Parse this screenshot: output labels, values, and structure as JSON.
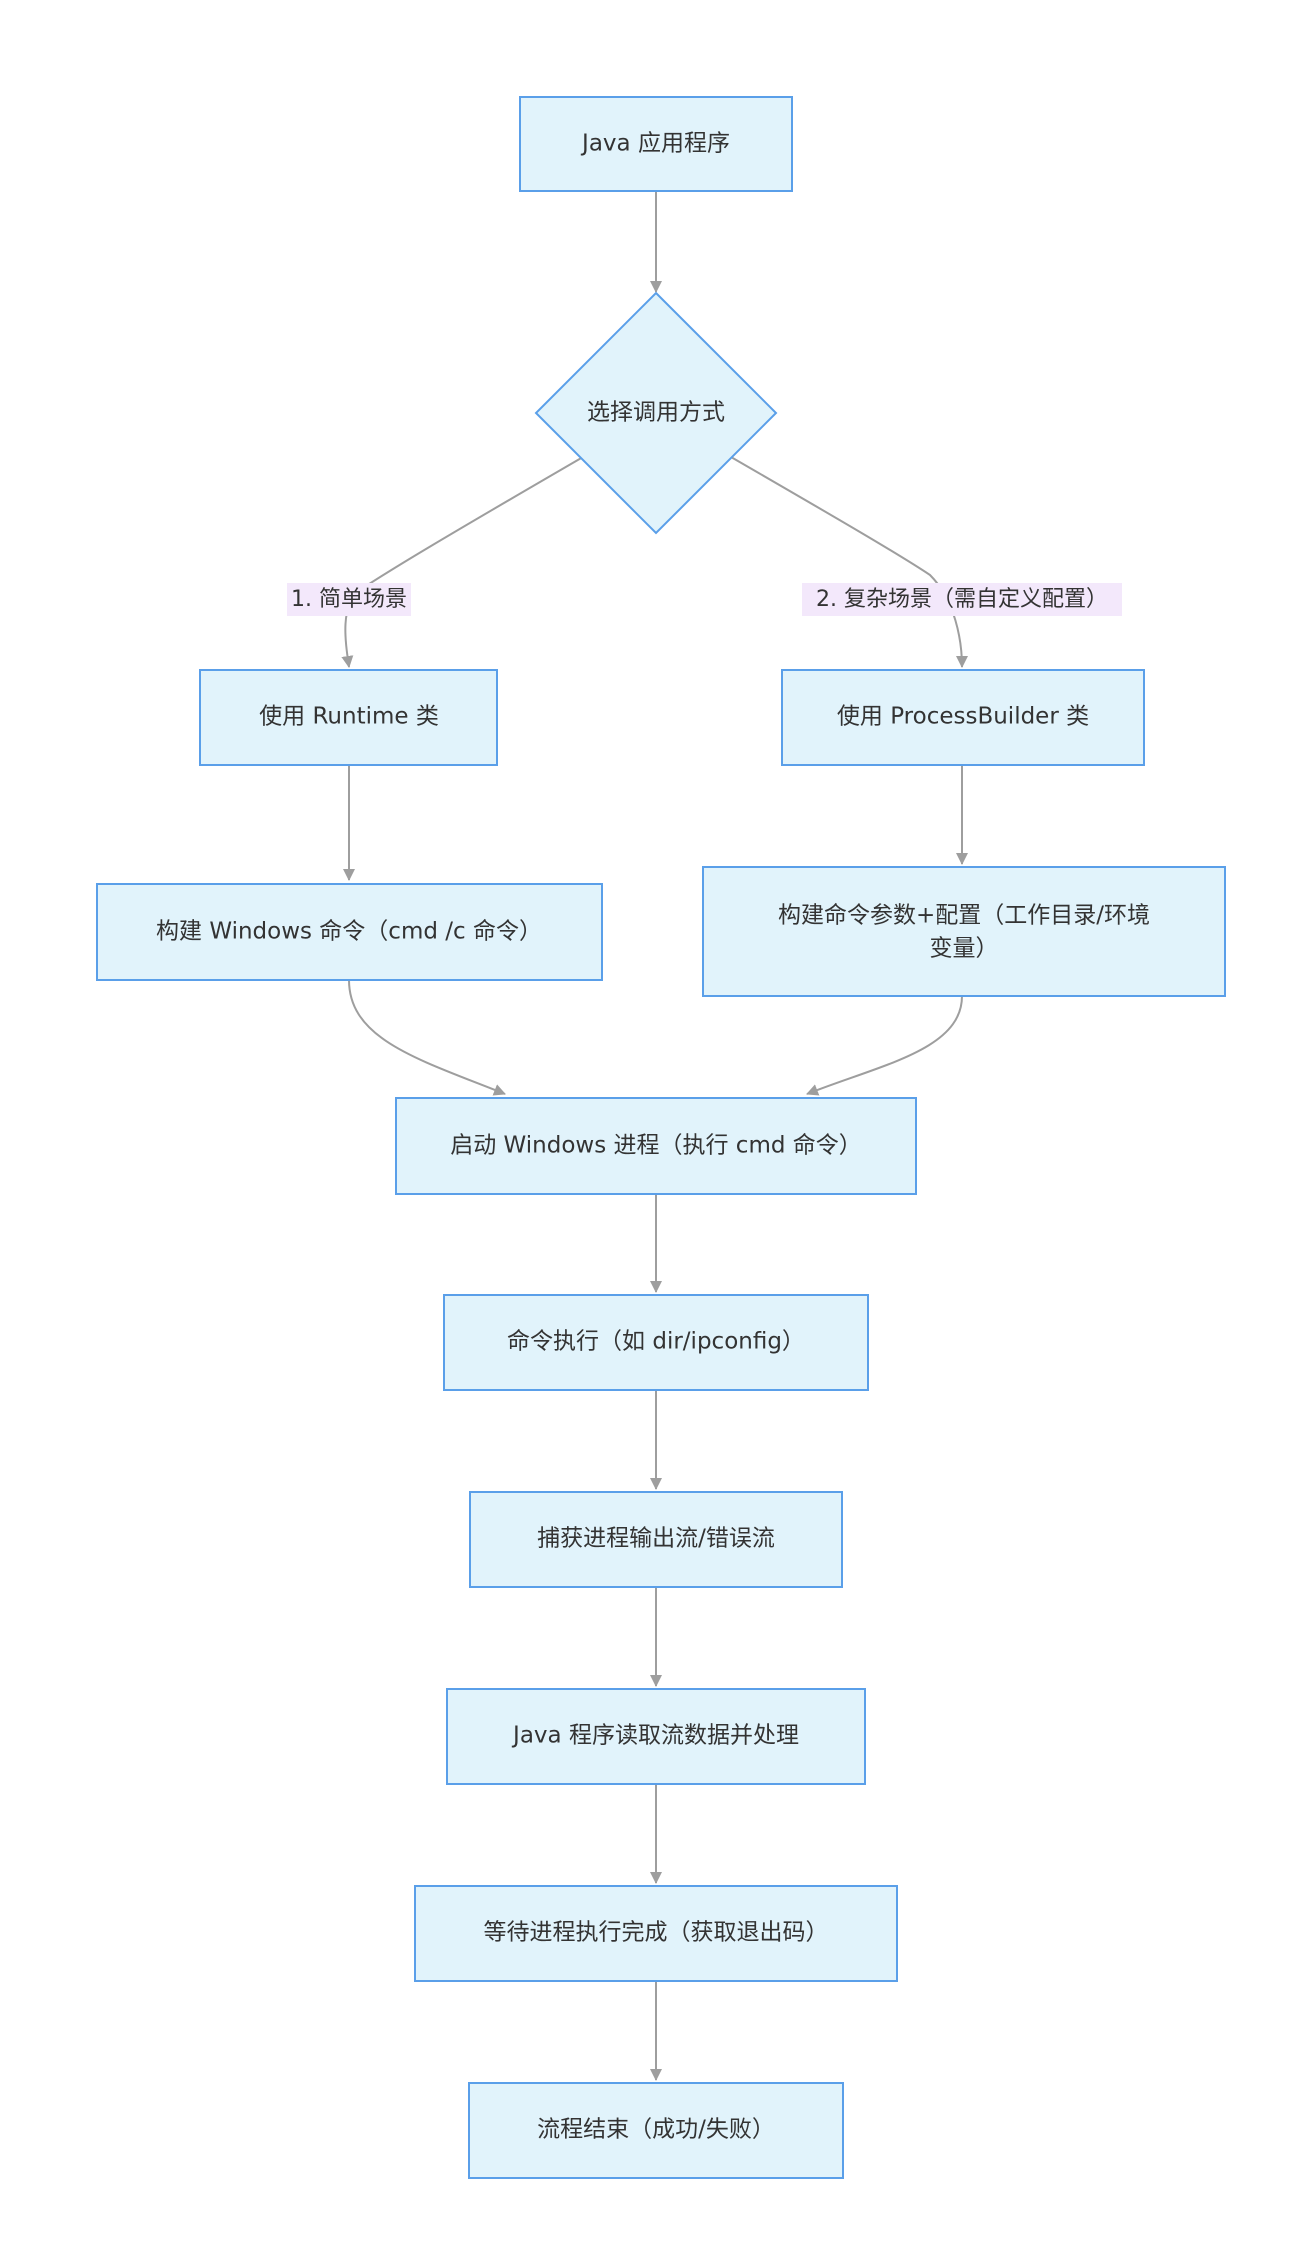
{
  "diagram": {
    "type": "flowchart",
    "nodes": {
      "java_app": "Java 应用程序",
      "choose": "选择调用方式",
      "use_runtime": "使用 Runtime 类",
      "use_pb": "使用 ProcessBuilder 类",
      "build_cmd": "构建 Windows 命令（cmd /c 命令）",
      "build_args_1": "构建命令参数+配置（工作目录/环境",
      "build_args_2": "变量）",
      "start_proc": "启动 Windows 进程（执行 cmd 命令）",
      "exec_cmd": "命令执行（如 dir/ipconfig）",
      "capture": "捕获进程输出流/错误流",
      "read_stream": "Java 程序读取流数据并处理",
      "wait": "等待进程执行完成（获取退出码）",
      "end": "流程结束（成功/失败）"
    },
    "edge_labels": {
      "simple": "1. 简单场景",
      "complex": "2. 复杂场景（需自定义配置）"
    },
    "colors": {
      "node_fill": "#e1f3fb",
      "node_stroke": "#5a9fe9",
      "edge": "#9e9e9e",
      "label_bg": "#f3e8fb"
    }
  }
}
